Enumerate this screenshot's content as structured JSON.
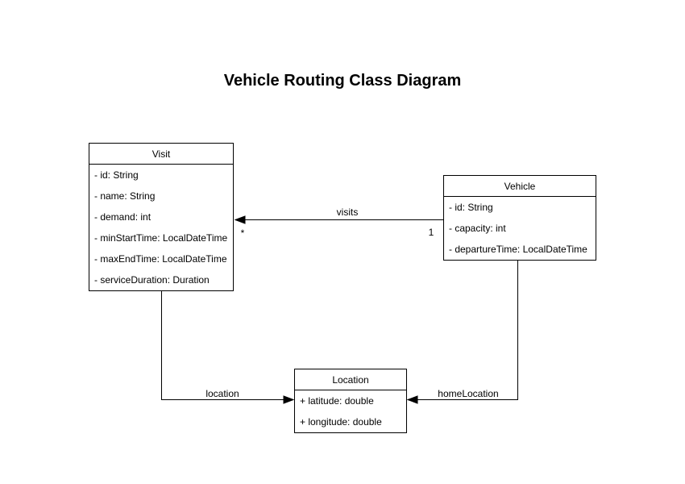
{
  "title": "Vehicle Routing Class Diagram",
  "colors": {
    "background": "#ffffff",
    "box_fill": "#ffffff",
    "line": "#000000",
    "text": "#000000"
  },
  "diagram": {
    "classes": [
      {
        "name": "Visit",
        "fields": [
          "- id: String",
          "- name: String",
          "- demand: int",
          "- minStartTime: LocalDateTime",
          "- maxEndTime: LocalDateTime",
          "- serviceDuration: Duration"
        ]
      },
      {
        "name": "Vehicle",
        "fields": [
          "- id: String",
          "- capacity: int",
          "- departureTime: LocalDateTime"
        ]
      },
      {
        "name": "Location",
        "fields": [
          "+ latitude: double",
          "+ longitude: double"
        ]
      }
    ],
    "relations": [
      {
        "label": "visits",
        "from": "Vehicle",
        "to": "Visit",
        "from_multiplicity": "1",
        "to_multiplicity": "*",
        "arrow_direction": "left"
      },
      {
        "label": "location",
        "from": "Visit",
        "to": "Location",
        "arrow_direction": "right"
      },
      {
        "label": "homeLocation",
        "from": "Vehicle",
        "to": "Location",
        "arrow_direction": "left"
      }
    ]
  }
}
